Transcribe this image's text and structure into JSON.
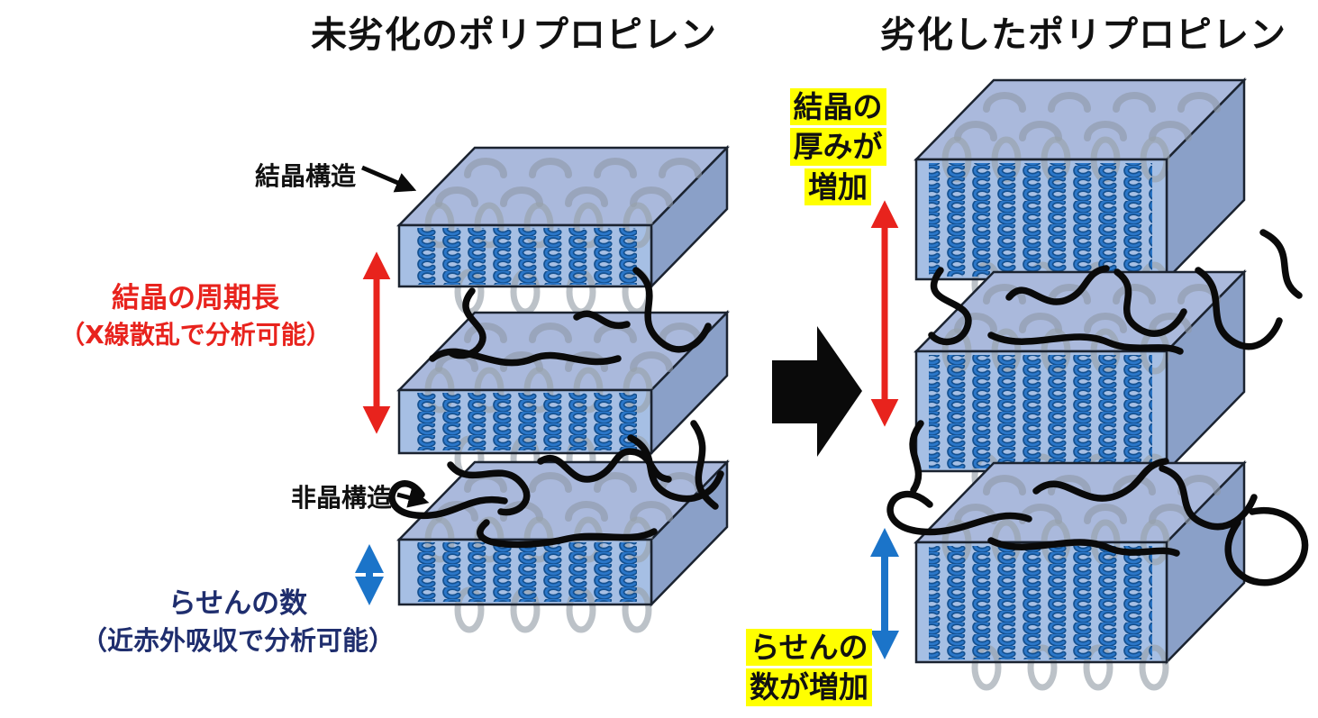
{
  "titles": {
    "left": "未劣化のポリプロピレン",
    "right": "劣化したポリプロピレン"
  },
  "left_labels": {
    "crystal_structure": "結晶構造",
    "long_period_line1": "結晶の周期長",
    "long_period_line2": "（X線散乱で分析可能）",
    "amorphous_structure": "非晶構造",
    "helix_count_line1": "らせんの数",
    "helix_count_line2": "（近赤外吸収で分析可能）"
  },
  "right_labels": {
    "thickness_line1": "結晶の",
    "thickness_line2": "厚みが",
    "thickness_line3": "増加",
    "helix_increase_line1": "らせんの",
    "helix_increase_line2": "数が増加"
  },
  "colors": {
    "red_arrow": "#e8231d",
    "blue_arrow": "#1b74c9",
    "highlight_yellow": "#ffff00",
    "red_text": "#e8231d",
    "navy_text": "#1f2e6e",
    "slab_top": "#aab9dc",
    "slab_front": "#a6bfe4",
    "slab_side": "#8aa0c8",
    "helix_dark": "#14508f",
    "helix_light": "#2b77c9",
    "chain_black": "#0a0a0a",
    "fold_gray": "#98a1ab"
  }
}
